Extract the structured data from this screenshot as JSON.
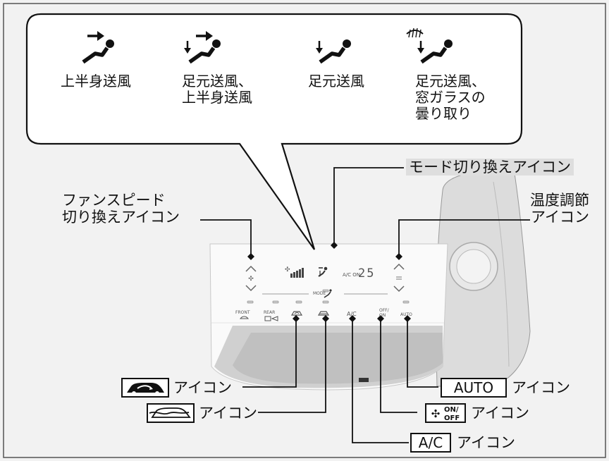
{
  "modes": [
    {
      "label": "上半身送風",
      "icon": "upper-body-vent-icon"
    },
    {
      "label": "足元送風、\n上半身送風",
      "icon": "bi-level-vent-icon"
    },
    {
      "label": "足元送風",
      "icon": "floor-vent-icon"
    },
    {
      "label": "足元送風、\n窓ガラスの\n曇り取り",
      "icon": "floor-defrost-vent-icon"
    }
  ],
  "callouts": {
    "mode_switch": "モード切り換えアイコン",
    "fan_speed": "ファンスピード\n切り換えアイコン",
    "temperature": "温度調節\nアイコン",
    "auto_box": "AUTO",
    "auto": "アイコン",
    "fan_onoff": "アイコン",
    "ac_box": "A/C",
    "ac": "アイコン",
    "recirc": "アイコン",
    "fresh_air": "アイコン",
    "fan_on": "ON/",
    "fan_off": "OFF"
  },
  "panel": {
    "ac_on": "A/C ON",
    "temp": "25",
    "mode": "MODE",
    "front": "FRONT",
    "rear": "REAR",
    "ac_button": "A/C",
    "off": "OFF/",
    "on": "ON",
    "auto_button": "AUTO"
  }
}
